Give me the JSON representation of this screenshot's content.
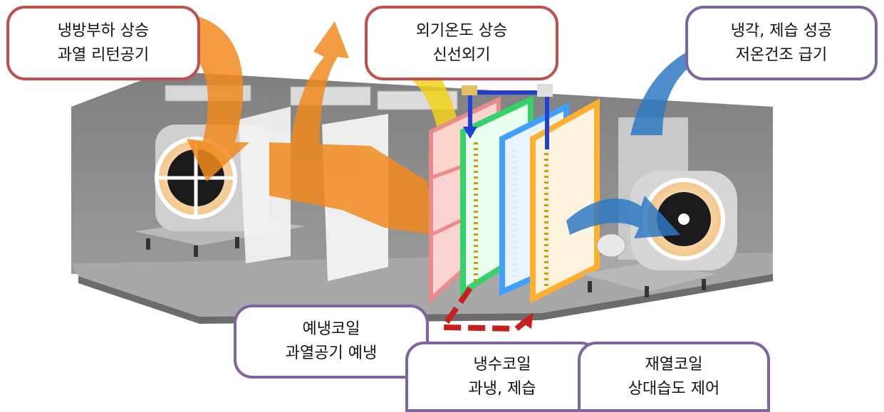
{
  "colors": {
    "cabinet": "#8f8f8f",
    "hot_air": "#f08a1e",
    "outside_air": "#f2d21a",
    "cool_air": "#2f79c2",
    "precool_coil": "#ef8a8a",
    "chilled_coil": "#35d26a",
    "mid_coil": "#3fa0ff",
    "reheat_coil": "#ffb02e",
    "chilled_water_loop": "#1f3fd6",
    "precool_loop": "#c81e1e",
    "red_callout_border": "#c0504d",
    "purple_callout_border": "#8064a2"
  },
  "callouts": {
    "return_air": {
      "line1": "냉방부하 상승",
      "line2": "과열 리턴공기"
    },
    "outside_air": {
      "line1": "외기온도 상승",
      "line2": "신선외기"
    },
    "supply_air": {
      "line1": "냉각, 제습 성공",
      "line2": "저온건조 급기"
    },
    "precool_coil": {
      "line1": "예냉코일",
      "line2": "과열공기 예냉"
    },
    "chilled_coil": {
      "line1": "냉수코일",
      "line2": "과냉, 제습"
    },
    "reheat_coil": {
      "line1": "재열코일",
      "line2": "상대습도 제어"
    }
  }
}
